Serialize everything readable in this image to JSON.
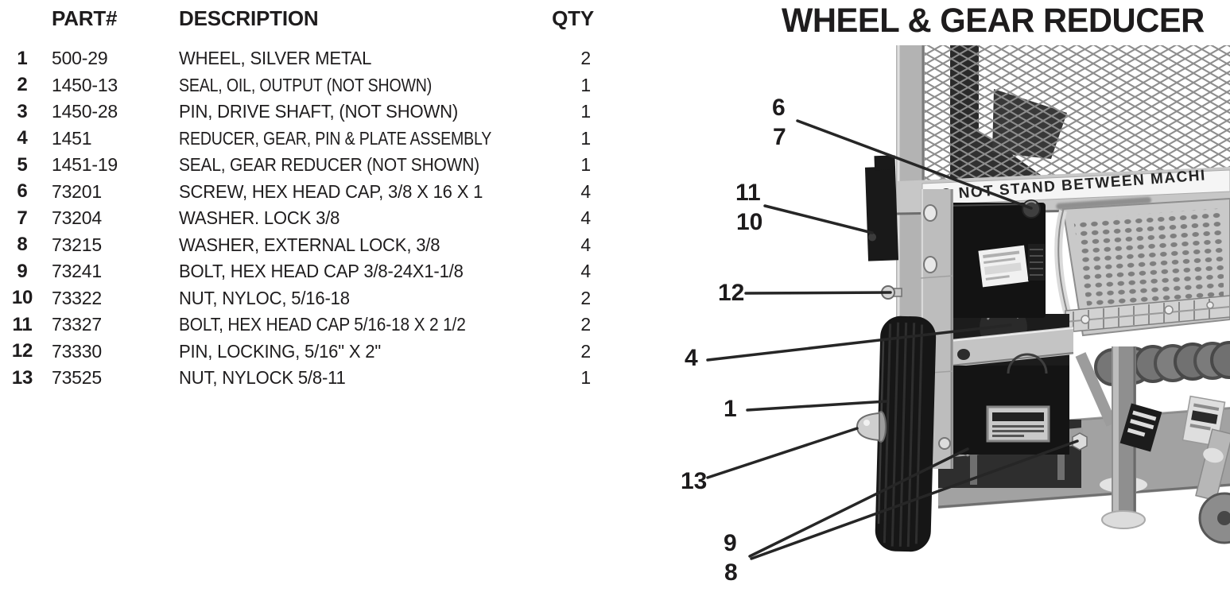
{
  "title": "WHEEL & GEAR REDUCER",
  "table": {
    "headers": {
      "part": "PART#",
      "description": "DESCRIPTION",
      "qty": "QTY"
    },
    "rows": [
      {
        "num": "1",
        "part": "500-29",
        "description": "WHEEL, SILVER METAL",
        "qty": "2"
      },
      {
        "num": "2",
        "part": "1450-13",
        "description": "SEAL, OIL, OUTPUT (NOT SHOWN)",
        "qty": "1"
      },
      {
        "num": "3",
        "part": "1450-28",
        "description": "PIN, DRIVE SHAFT, (NOT SHOWN)",
        "qty": "1"
      },
      {
        "num": "4",
        "part": "1451",
        "description": "REDUCER, GEAR, PIN & PLATE ASSEMBLY",
        "qty": "1"
      },
      {
        "num": "5",
        "part": "1451-19",
        "description": "SEAL, GEAR REDUCER (NOT SHOWN)",
        "qty": "1"
      },
      {
        "num": "6",
        "part": "73201",
        "description": "SCREW, HEX HEAD CAP, 3/8 X 16 X 1",
        "qty": "4"
      },
      {
        "num": "7",
        "part": "73204",
        "description": "WASHER. LOCK 3/8",
        "qty": "4"
      },
      {
        "num": "8",
        "part": "73215",
        "description": "WASHER, EXTERNAL LOCK, 3/8",
        "qty": "4"
      },
      {
        "num": "9",
        "part": "73241",
        "description": "BOLT, HEX HEAD CAP 3/8-24X1-1/8",
        "qty": "4"
      },
      {
        "num": "10",
        "part": "73322",
        "description": "NUT, NYLOC, 5/16-18",
        "qty": "2"
      },
      {
        "num": "11",
        "part": "73327",
        "description": "BOLT, HEX HEAD CAP 5/16-18 X 2 1/2",
        "qty": "2"
      },
      {
        "num": "12",
        "part": "73330",
        "description": "PIN, LOCKING, 5/16\" X 2\"",
        "qty": "2"
      },
      {
        "num": "13",
        "part": "73525",
        "description": "NUT, NYLOCK 5/8-11",
        "qty": "1"
      }
    ]
  },
  "photo": {
    "warning_label": "DO NOT STAND BETWEEN MACHI",
    "callouts": [
      {
        "label": "6"
      },
      {
        "label": "7"
      },
      {
        "label": "11"
      },
      {
        "label": "10"
      },
      {
        "label": "12"
      },
      {
        "label": "4"
      },
      {
        "label": "1"
      },
      {
        "label": "13"
      },
      {
        "label": "9"
      },
      {
        "label": "8"
      }
    ]
  },
  "colors": {
    "text": "#1e1c1d",
    "leader_line": "#262626",
    "photo_dark": "#141414"
  }
}
